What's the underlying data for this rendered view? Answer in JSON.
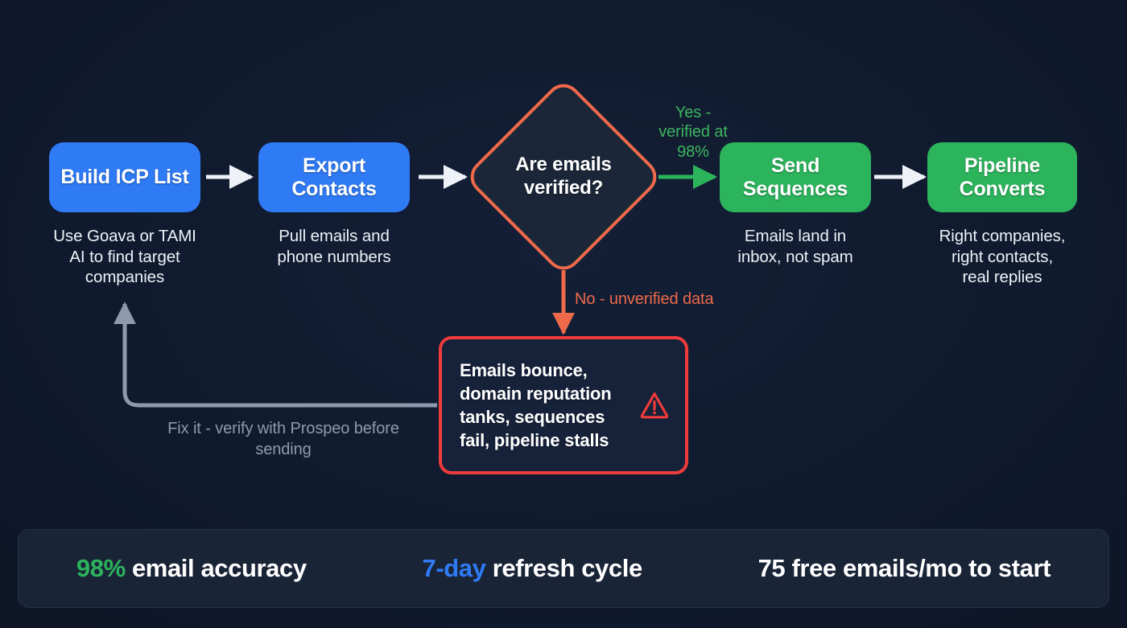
{
  "theme": {
    "background": "#101a2e",
    "blue": "#2f7bf6",
    "green": "#2cb45c",
    "orange": "#ef6a4a",
    "red": "#ee3b3b",
    "grey": "#8d9aad",
    "white": "#ffffff",
    "panel": "#1a2437"
  },
  "flow": {
    "steps": [
      {
        "id": "build-icp-list",
        "label": "Build ICP List",
        "caption": "Use Goava or TAMI\nAI to find target\ncompanies",
        "color": "#2f7bf6"
      },
      {
        "id": "export-contacts",
        "label": "Export Contacts",
        "caption": "Pull emails and\nphone numbers",
        "color": "#2f7bf6"
      },
      {
        "id": "send-sequences",
        "label": "Send Sequences",
        "caption": "Emails land in\ninbox, not spam",
        "color": "#2cb45c"
      },
      {
        "id": "pipeline-converts",
        "label": "Pipeline Converts",
        "caption": "Right companies,\nright contacts,\nreal replies",
        "color": "#2cb45c"
      }
    ],
    "decision": {
      "id": "are-emails-verified",
      "label": "Are emails verified?",
      "border_color": "#ef6a4a"
    },
    "edges": {
      "yes_label": "Yes - verified at 98%",
      "no_label": "No - unverified data",
      "loop_label": "Fix it - verify with Prospeo before sending"
    },
    "failure": {
      "id": "failure-state",
      "text": "Emails bounce, domain reputation tanks, sequences fail, pipeline stalls",
      "icon": "warning-triangle-icon",
      "border_color": "#ee3b3b"
    }
  },
  "footer": {
    "stats": [
      {
        "id": "email-accuracy",
        "highlight": "98%",
        "highlight_color": "#2cb45c",
        "rest": " email accuracy"
      },
      {
        "id": "refresh-cycle",
        "highlight": "7-day",
        "highlight_color": "#2f7bf6",
        "rest": " refresh cycle"
      },
      {
        "id": "free-emails",
        "highlight": "",
        "highlight_color": "#ffffff",
        "rest": "75 free emails/mo to start"
      }
    ]
  }
}
